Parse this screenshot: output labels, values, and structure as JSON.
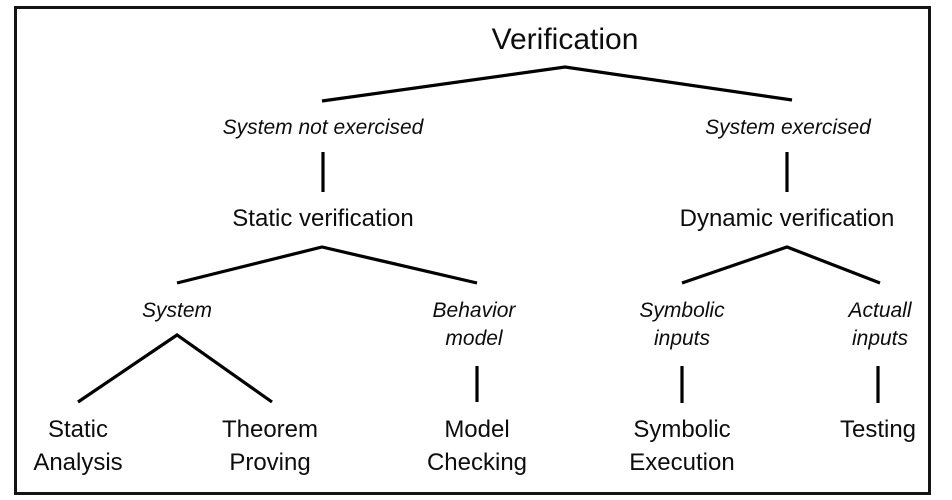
{
  "figure": {
    "kind": "verification-taxonomy-tree",
    "colors": {
      "background": "#ffffff",
      "frame_border": "#141414",
      "line": "#000000",
      "text": "#0d0d0d"
    }
  },
  "tree": {
    "root": {
      "label": "Verification"
    },
    "branches": {
      "static": {
        "edge_label": "System not exercised",
        "node": "Static verification",
        "children": {
          "system": {
            "edge_label": "System",
            "leaves": {
              "static_analysis": "Static Analysis",
              "theorem_proving": "Theorem Proving"
            }
          },
          "behavior_model": {
            "edge_label": "Behavior model",
            "leaf": "Model Checking"
          }
        }
      },
      "dynamic": {
        "edge_label": "System exercised",
        "node": "Dynamic verification",
        "children": {
          "symbolic_inputs": {
            "edge_label": "Symbolic inputs",
            "leaf": "Symbolic Execution"
          },
          "actual_inputs": {
            "edge_label": "Actuall inputs",
            "leaf": "Testing"
          }
        }
      }
    }
  }
}
